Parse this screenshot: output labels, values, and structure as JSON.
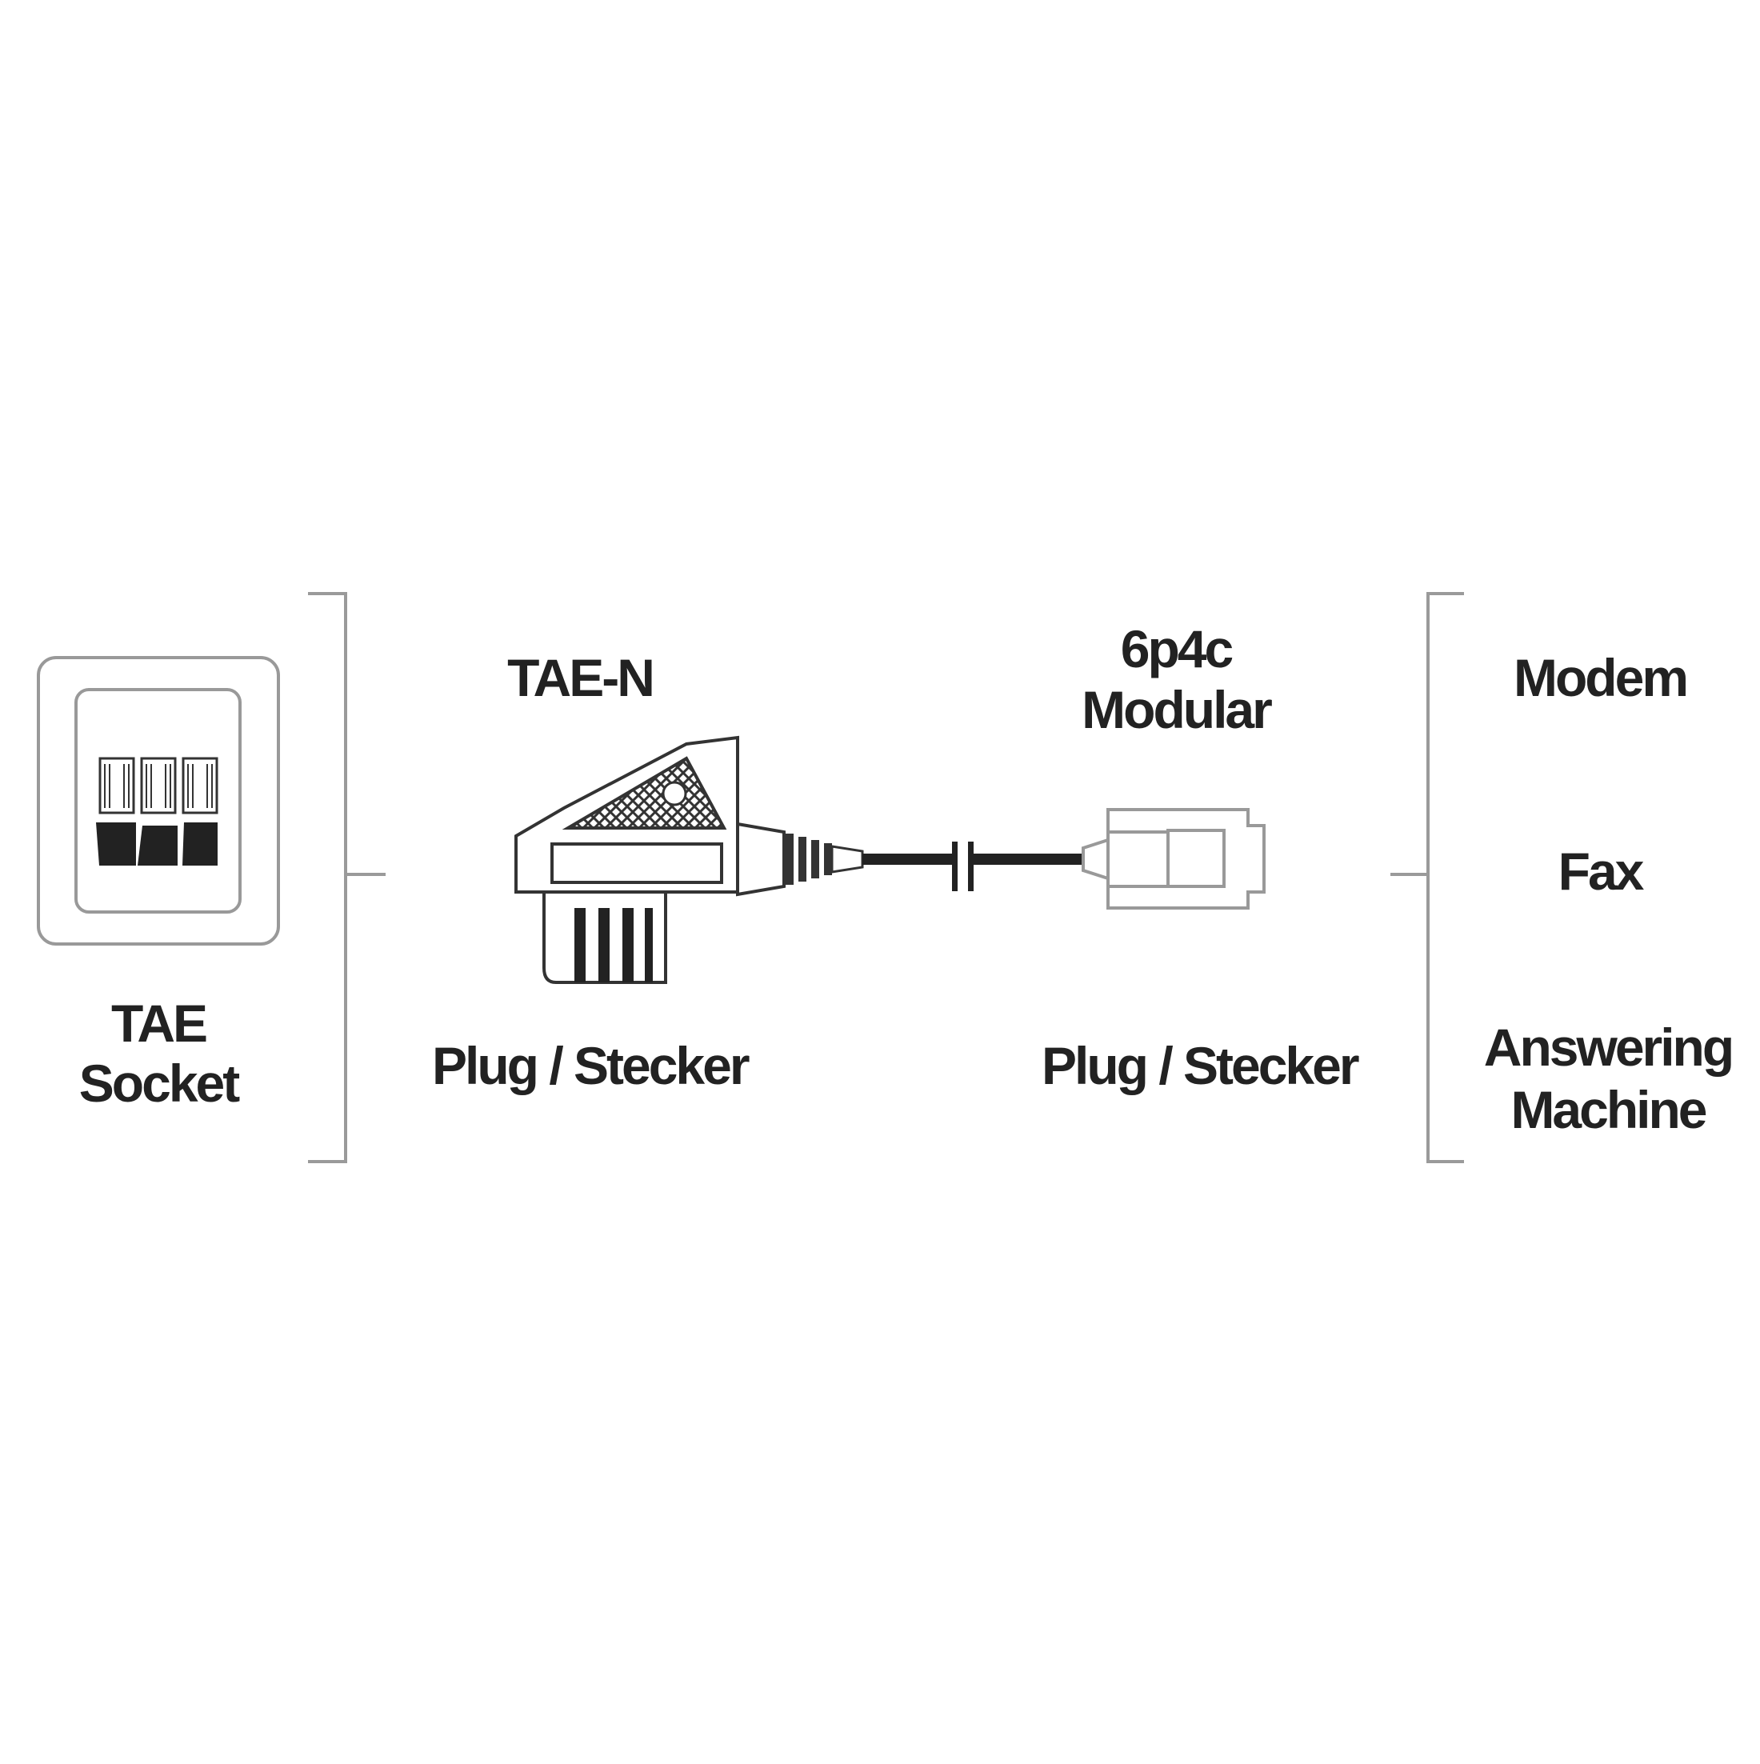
{
  "socket": {
    "name_line1": "TAE",
    "name_line2": "Socket"
  },
  "tae_plug": {
    "type": "TAE-N",
    "caption": "Plug / Stecker"
  },
  "modular_plug": {
    "type_line1": "6p4c",
    "type_line2": "Modular",
    "caption": "Plug / Stecker"
  },
  "devices": {
    "items": [
      "Modem",
      "Fax",
      "Answering",
      "Machine"
    ]
  },
  "colors": {
    "ink": "#222222",
    "line": "#9a9a9a",
    "background": "#ffffff"
  }
}
